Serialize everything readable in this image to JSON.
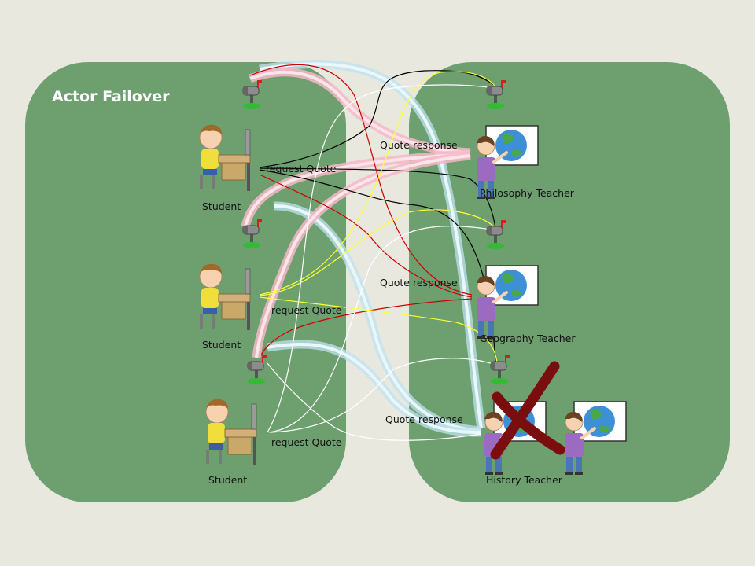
{
  "title": "Actor Failover",
  "labels": {
    "student_1": "Student",
    "student_2": "Student",
    "student_3": "Student",
    "philosophy_teacher": "Philosophy Teacher",
    "geography_teacher": "Geography Teacher",
    "history_teacher": "History Teacher",
    "request_1": "request Quote",
    "request_2": "request Quote",
    "request_3": "request Quote",
    "response_1": "Quote response",
    "response_2": "Quote response",
    "response_3": "Quote response"
  },
  "icons": {
    "student": "student-at-computer-icon",
    "teacher": "teacher-at-globe-board-icon",
    "mailbox": "mailbox-icon",
    "failure_mark": "red-x-icon"
  },
  "colors": {
    "background": "#e8e8df",
    "panel": "#6e9f6f",
    "failure_mark": "#7a0d0d",
    "message_paths": [
      "#000000",
      "#cc0000",
      "#ffff33",
      "#ffffff",
      "#f4b8c8",
      "#bfe3f0"
    ]
  }
}
